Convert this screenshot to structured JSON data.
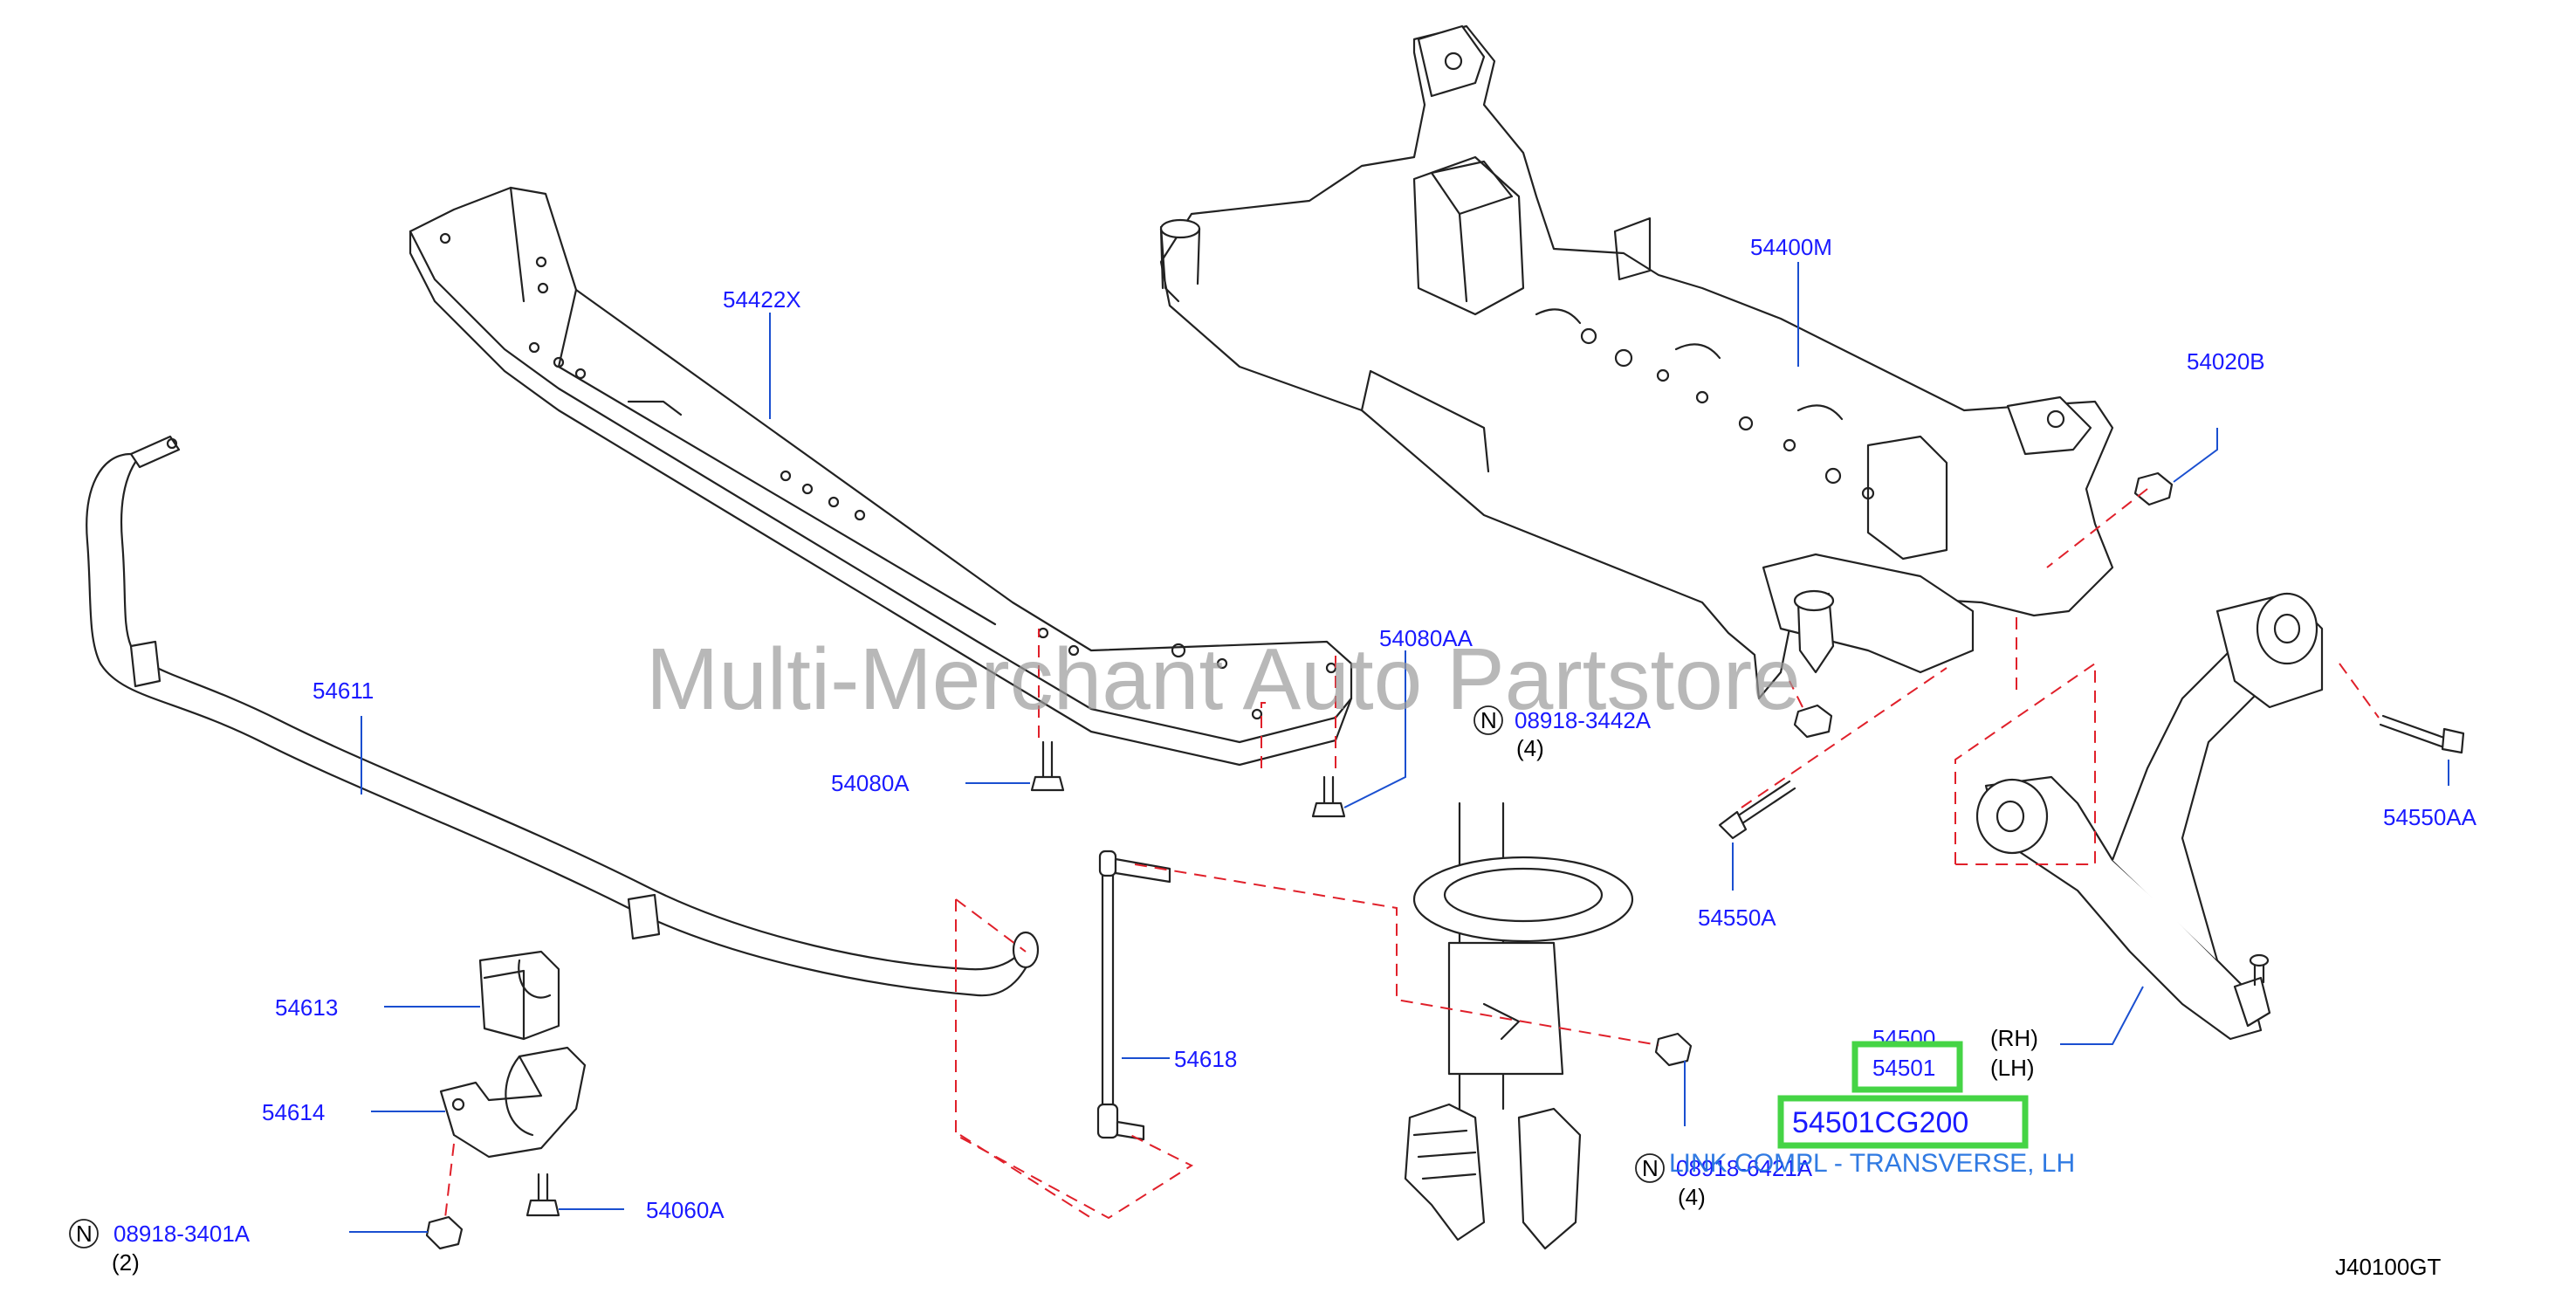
{
  "watermark": "Multi-Merchant Auto Partstore",
  "diagram_code": "J40100GT",
  "callouts": {
    "p54422X": "54422X",
    "p54400M": "54400M",
    "p54020B": "54020B",
    "p54611": "54611",
    "p54080AA": "54080AA",
    "p54080A": "54080A",
    "p08918_3442A": "08918-3442A",
    "p08918_3442A_qty": "(4)",
    "p54550AA": "54550AA",
    "p54550A": "54550A",
    "p54613": "54613",
    "p54618": "54618",
    "p54614": "54614",
    "p54500": "54500",
    "p54500_side": "(RH)",
    "p54501": "54501",
    "p54501_side": "(LH)",
    "p08918_6421A": "08918-6421A",
    "p08918_6421A_qty": "(4)",
    "p54060A": "54060A",
    "p08918_3401A": "08918-3401A",
    "p08918_3401A_qty": "(2)",
    "nut_symbol": "N"
  },
  "highlight": {
    "part_number": "54501CG200",
    "description": "LINK COMPL - TRANSVERSE, LH"
  },
  "colors": {
    "callout_text": "#1a1aff",
    "highlight_box": "#45d445",
    "description_text": "#1e6fe0",
    "dashed_assembly_line": "#e0202a"
  }
}
